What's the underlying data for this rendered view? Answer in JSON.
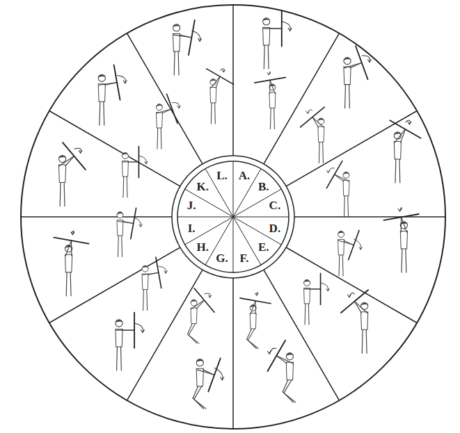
{
  "diagram": {
    "labels": [
      "A.",
      "B.",
      "C.",
      "D.",
      "E.",
      "F.",
      "G.",
      "H.",
      "I.",
      "J.",
      "K.",
      "L."
    ]
  }
}
